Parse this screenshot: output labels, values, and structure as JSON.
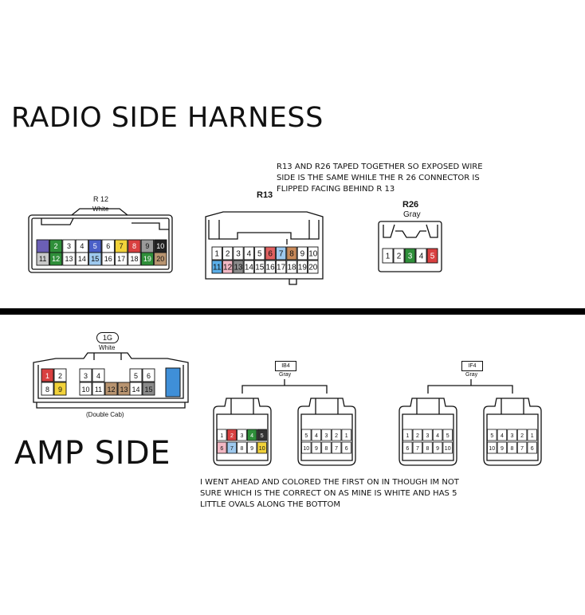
{
  "titles": {
    "radio_side": "RADIO SIDE HARNESS",
    "amp_side": "AMP SIDE"
  },
  "notes": {
    "r13_r26": [
      "R13 AND R26 TAPED TOGETHER SO EXPOSED WIRE",
      "SIDE IS THE SAME WHILE THE R 26 CONNECTOR IS",
      "FLIPPED FACING BEHIND R 13"
    ],
    "amp": [
      "I WENT AHEAD AND COLORED THE FIRST ON IN THOUGH IM NOT",
      "SURE WHICH IS THE CORRECT ON AS MINE IS WHITE AND HAS 5",
      "LITTLE OVALS ALONG THE BOTTOM"
    ]
  },
  "connectors": {
    "r12": {
      "name": "R 12",
      "color_label": "White",
      "row1": [
        {
          "n": "",
          "bg": "#6b5fb5"
        },
        {
          "n": "2",
          "bg": "#2f8f3a"
        },
        {
          "n": "3",
          "bg": "#ffffff"
        },
        {
          "n": "4",
          "bg": "#ffffff"
        },
        {
          "n": "5",
          "bg": "#4a5fc8"
        },
        {
          "n": "6",
          "bg": "#ffffff"
        },
        {
          "n": "7",
          "bg": "#f2d23a"
        },
        {
          "n": "8",
          "bg": "#d94040"
        },
        {
          "n": "9",
          "bg": "#9a9a9a"
        },
        {
          "n": "10",
          "bg": "#222222"
        }
      ],
      "row2": [
        {
          "n": "11",
          "bg": "#c9c9c9"
        },
        {
          "n": "12",
          "bg": "#2f8f3a"
        },
        {
          "n": "13",
          "bg": "#ffffff"
        },
        {
          "n": "14",
          "bg": "#ffffff"
        },
        {
          "n": "15",
          "bg": "#9ec9ee"
        },
        {
          "n": "16",
          "bg": "#ffffff"
        },
        {
          "n": "17",
          "bg": "#ffffff"
        },
        {
          "n": "18",
          "bg": "#ffffff"
        },
        {
          "n": "19",
          "bg": "#2f8f3a"
        },
        {
          "n": "20",
          "bg": "#b89470"
        }
      ]
    },
    "r13": {
      "name": "R13",
      "row1": [
        {
          "n": "1",
          "bg": "#ffffff"
        },
        {
          "n": "2",
          "bg": "#ffffff"
        },
        {
          "n": "3",
          "bg": "#ffffff"
        },
        {
          "n": "4",
          "bg": "#ffffff"
        },
        {
          "n": "5",
          "bg": "#ffffff"
        },
        {
          "n": "6",
          "bg": "#e06060"
        },
        {
          "n": "7",
          "bg": "#9ec9ee"
        },
        {
          "n": "8",
          "bg": "#c98a5a"
        },
        {
          "n": "9",
          "bg": "#ffffff"
        },
        {
          "n": "10",
          "bg": "#ffffff"
        }
      ],
      "row2": [
        {
          "n": "11",
          "bg": "#5aaee8"
        },
        {
          "n": "12",
          "bg": "#f2b8c4"
        },
        {
          "n": "13",
          "bg": "#8a8a8a"
        },
        {
          "n": "14",
          "bg": "#ffffff"
        },
        {
          "n": "15",
          "bg": "#ffffff"
        },
        {
          "n": "16",
          "bg": "#ffffff"
        },
        {
          "n": "17",
          "bg": "#ffffff"
        },
        {
          "n": "18",
          "bg": "#ffffff"
        },
        {
          "n": "19",
          "bg": "#ffffff"
        },
        {
          "n": "20",
          "bg": "#ffffff"
        }
      ]
    },
    "r26": {
      "name": "R26",
      "color_label": "Gray",
      "row1": [
        {
          "n": "1",
          "bg": "#ffffff"
        },
        {
          "n": "2",
          "bg": "#ffffff"
        },
        {
          "n": "3",
          "bg": "#2f8f3a"
        },
        {
          "n": "4",
          "bg": "#ffffff"
        },
        {
          "n": "5",
          "bg": "#d94040"
        }
      ]
    },
    "g1": {
      "name": "1G",
      "color_label": "White",
      "footer": "(Double Cab)",
      "row1": [
        {
          "n": "1",
          "bg": "#d94040"
        },
        {
          "n": "2",
          "bg": "#ffffff"
        },
        {
          "n": "3",
          "bg": "#ffffff"
        },
        {
          "n": "4",
          "bg": "#ffffff"
        },
        {
          "n": "5",
          "bg": "#ffffff"
        },
        {
          "n": "6",
          "bg": "#ffffff"
        }
      ],
      "row2": [
        {
          "n": "8",
          "bg": "#ffffff"
        },
        {
          "n": "9",
          "bg": "#f2d23a"
        },
        {
          "n": "10",
          "bg": "#ffffff"
        },
        {
          "n": "11",
          "bg": "#ffffff"
        },
        {
          "n": "12",
          "bg": "#b89470"
        },
        {
          "n": "13",
          "bg": "#b89470"
        },
        {
          "n": "14",
          "bg": "#ffffff"
        },
        {
          "n": "15",
          "bg": "#8a8a8a"
        }
      ]
    },
    "ib4": {
      "name": "IB4",
      "color_label": "Gray",
      "left_row1": [
        {
          "n": "1",
          "bg": "#ffffff"
        },
        {
          "n": "2",
          "bg": "#d94040"
        },
        {
          "n": "3",
          "bg": "#ffffff"
        },
        {
          "n": "4",
          "bg": "#2f8f3a"
        },
        {
          "n": "5",
          "bg": "#333333"
        }
      ],
      "left_row2": [
        {
          "n": "6",
          "bg": "#f2b8c4"
        },
        {
          "n": "7",
          "bg": "#9ec9ee"
        },
        {
          "n": "8",
          "bg": "#ffffff"
        },
        {
          "n": "9",
          "bg": "#ffffff"
        },
        {
          "n": "10",
          "bg": "#f2d23a"
        }
      ],
      "right_row1": [
        "5",
        "4",
        "3",
        "2",
        "1"
      ],
      "right_row2": [
        "10",
        "9",
        "8",
        "7",
        "6"
      ]
    },
    "if4": {
      "name": "IF4",
      "color_label": "Gray",
      "left_row1": [
        "1",
        "2",
        "3",
        "4",
        "5"
      ],
      "left_row2": [
        "6",
        "7",
        "8",
        "9",
        "10"
      ],
      "right_row1": [
        "5",
        "4",
        "3",
        "2",
        "1"
      ],
      "right_row2": [
        "10",
        "9",
        "8",
        "7",
        "6"
      ]
    }
  }
}
